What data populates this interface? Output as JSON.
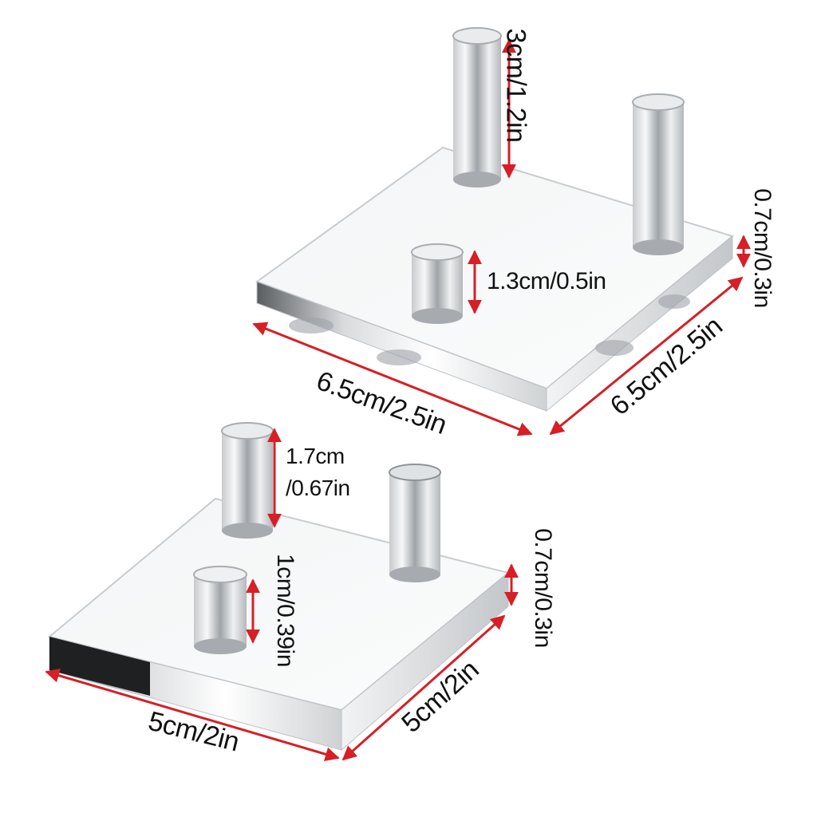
{
  "colors": {
    "arrow": "#d61f26",
    "acrylic_edge": "#b9bcc0",
    "acrylic_face": "#f4f6f7",
    "text": "#111111"
  },
  "large_stand": {
    "post_height_tall": "3cm/1.2in",
    "post_height_short": "1.3cm/0.5in",
    "thickness": "0.7cm/0.3in",
    "length": "6.5cm/2.5in",
    "width": "6.5cm/2.5in"
  },
  "small_stand": {
    "post_height_tall_line1": "1.7cm",
    "post_height_tall_line2": "/0.67in",
    "post_height_short": "1cm/0.39in",
    "thickness": "0.7cm/0.3in",
    "length": "5cm/2in",
    "width": "5cm/2in"
  }
}
